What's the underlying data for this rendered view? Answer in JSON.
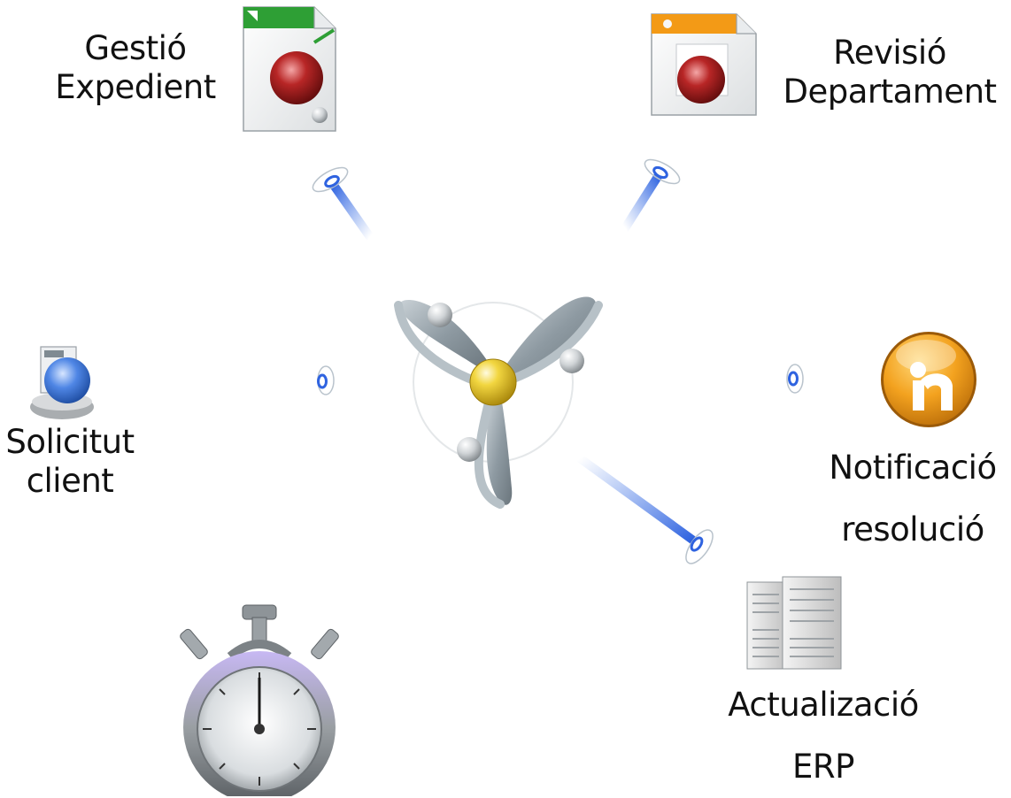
{
  "diagram": {
    "nodes": {
      "gestio": {
        "line1": "Gestió",
        "line2": "Expedient",
        "icon": "document-icon"
      },
      "revisio": {
        "line1": "Revisió",
        "line2": "Departament",
        "icon": "document-icon"
      },
      "solicitut": {
        "line1": "Solicitut",
        "line2": "client",
        "icon": "user-icon"
      },
      "notificacio": {
        "line1": "Notificació",
        "line2": "resolució",
        "icon": "notification-icon"
      },
      "actualitzacio": {
        "line1": "Actualizació",
        "line2": "ERP",
        "icon": "server-icon"
      },
      "timer": {
        "icon": "stopwatch-icon"
      }
    },
    "center": {
      "icon": "process-hub-icon"
    },
    "colors": {
      "connector": "#4d7fe8",
      "hub_gold": "#e7c319",
      "red_ball": "#a41f1f",
      "blue_ball": "#3f76d8",
      "orange_badge": "#f29b1b"
    }
  }
}
